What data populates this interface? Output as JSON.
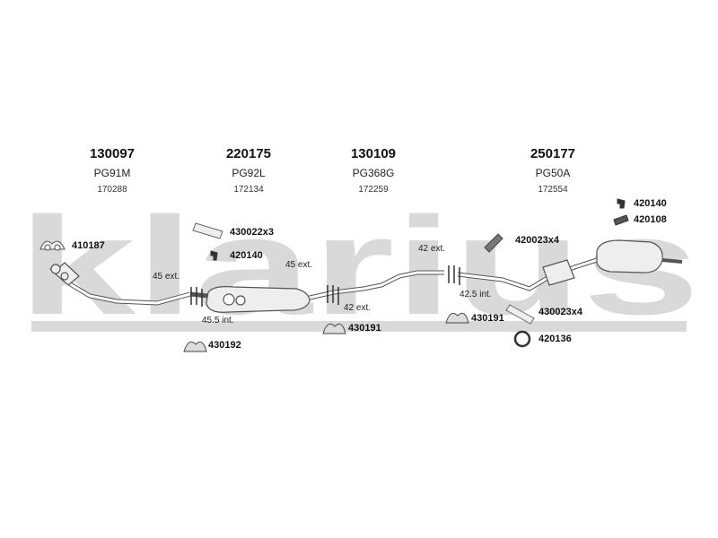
{
  "watermark": "klarius",
  "main_parts": [
    {
      "part": "130097",
      "code": "PG91M",
      "ref": "170288"
    },
    {
      "part": "220175",
      "code": "PG92L",
      "ref": "172134"
    },
    {
      "part": "130109",
      "code": "PG368G",
      "ref": "172259"
    },
    {
      "part": "250177",
      "code": "PG50A",
      "ref": "172554"
    }
  ],
  "accessories": {
    "a410187": "410187",
    "a430022x3": "430022x3",
    "a420140_left": "420140",
    "a430192": "430192",
    "a430191_center": "430191",
    "a420023x4": "420023x4",
    "a430191_right": "430191",
    "a430023x4": "430023x4",
    "a420136": "420136",
    "a420140_right": "420140",
    "a420108": "420108"
  },
  "dimensions": {
    "d45_ext_left": "45 ext.",
    "d45_5_int": "45.5 int.",
    "d45_ext_center": "45 ext.",
    "d42_ext_lower": "42 ext.",
    "d42_ext_upper": "42 ext.",
    "d42_5_int": "42.5 int."
  },
  "colors": {
    "watermark": "#d9d9d9",
    "pipe_stroke": "#555555",
    "pipe_fill": "#ffffff",
    "part_fill": "#eeeeee"
  }
}
